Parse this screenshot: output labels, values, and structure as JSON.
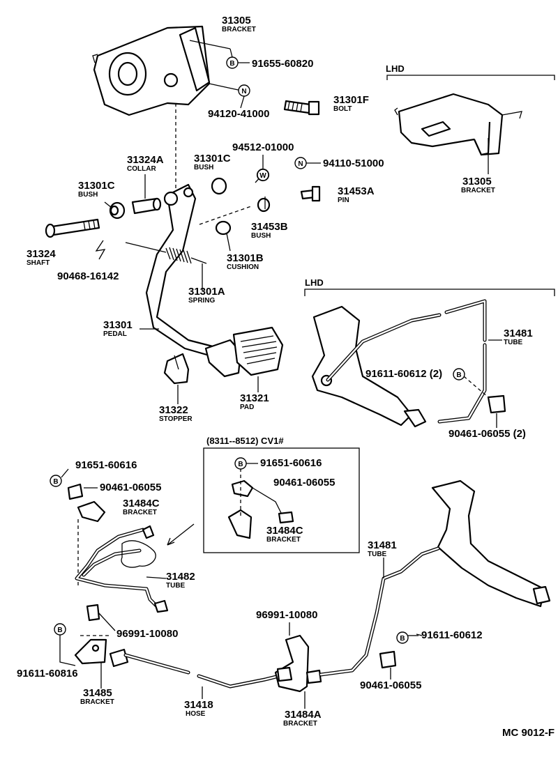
{
  "sections": {
    "lhd_top": "LHD",
    "lhd_mid": "LHD",
    "inset_title": "(8311--8512) CV1#"
  },
  "badges": {
    "b": "B",
    "n": "N",
    "w": "W"
  },
  "footer_code": "MC 9012-F",
  "labels": {
    "p31305": "31305",
    "n31305": "BRACKET",
    "p91655": "91655-60820",
    "p94120": "94120-41000",
    "p31301F": "31301F",
    "n31301F": "BOLT",
    "p31305r": "31305",
    "n31305r": "BRACKET",
    "p31324A": "31324A",
    "n31324A": "COLLAR",
    "p31301C1": "31301C",
    "n31301C1": "BUSH",
    "p94512": "94512-01000",
    "p94110": "94110-51000",
    "p31301C2": "31301C",
    "n31301C2": "BUSH",
    "p31453A": "31453A",
    "n31453A": "PIN",
    "p31453B": "31453B",
    "n31453B": "BUSH",
    "p31324": "31324",
    "n31324": "SHAFT",
    "p31301B": "31301B",
    "n31301B": "CUSHION",
    "p90468": "90468-16142",
    "p31301A": "31301A",
    "n31301A": "SPRING",
    "p31301": "31301",
    "n31301": "PEDAL",
    "p31481a": "31481",
    "n31481a": "TUBE",
    "p91611a": "91611-60612 (2)",
    "p90461a": "90461-06055 (2)",
    "p31322": "31322",
    "n31322": "STOPPER",
    "p31321": "31321",
    "n31321": "PAD",
    "p91651a": "91651-60616",
    "p90461b": "90461-06055",
    "p31484Ca": "31484C",
    "n31484Ca": "BRACKET",
    "p91651b": "91651-60616",
    "p90461c": "90461-06055",
    "p31484Cb": "31484C",
    "n31484Cb": "BRACKET",
    "p31482": "31482",
    "n31482": "TUBE",
    "p31481b": "31481",
    "n31481b": "TUBE",
    "p96991a": "96991-10080",
    "p96991b": "96991-10080",
    "p91611b": "91611-60612",
    "p91611c": "91611-60816",
    "p90461d": "90461-06055",
    "p31485": "31485",
    "n31485": "BRACKET",
    "p31418": "31418",
    "n31418": "HOSE",
    "p31484A": "31484A",
    "n31484A": "BRACKET"
  }
}
